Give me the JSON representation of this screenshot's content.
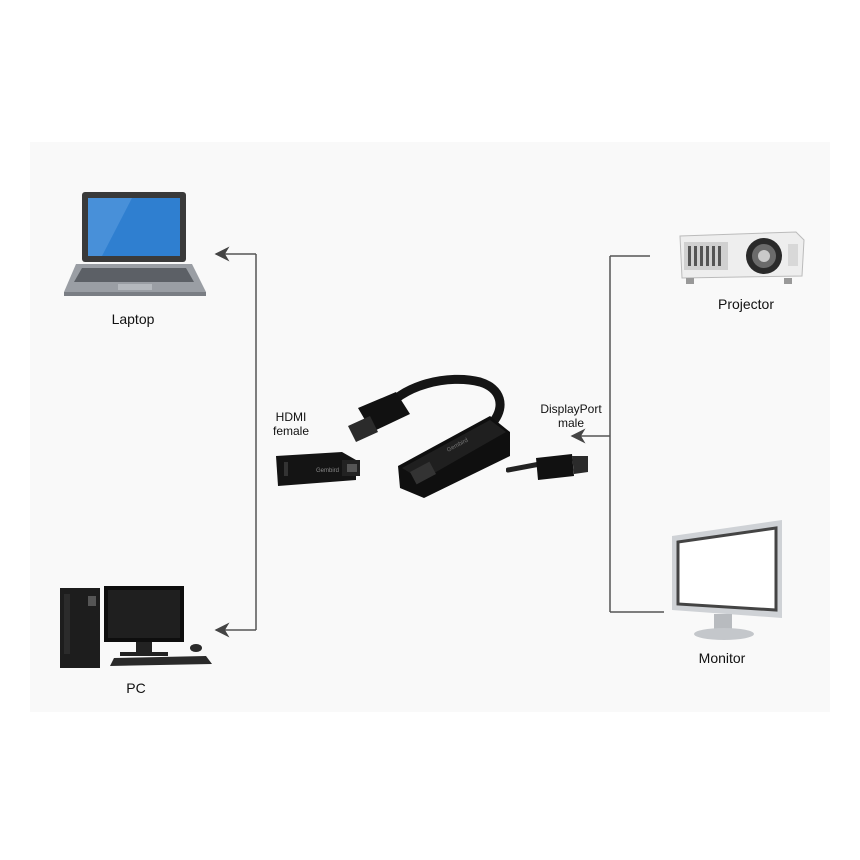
{
  "devices": {
    "laptop": {
      "label": "Laptop",
      "icon": "laptop-icon"
    },
    "pc": {
      "label": "PC",
      "icon": "desktop-pc-icon"
    },
    "projector": {
      "label": "Projector",
      "icon": "projector-icon"
    },
    "monitor": {
      "label": "Monitor",
      "icon": "monitor-icon"
    }
  },
  "connectors": {
    "hdmi": {
      "line1": "HDMI",
      "line2": "female"
    },
    "displayport": {
      "line1": "DisplayPort",
      "line2": "male"
    }
  },
  "adapter": {
    "body_text": "Gembird",
    "icon": "adapter-cable-icon"
  },
  "colors": {
    "wire": "#555555",
    "device_dark": "#1a1a1a",
    "screen_blue": "#2f7fd0"
  }
}
